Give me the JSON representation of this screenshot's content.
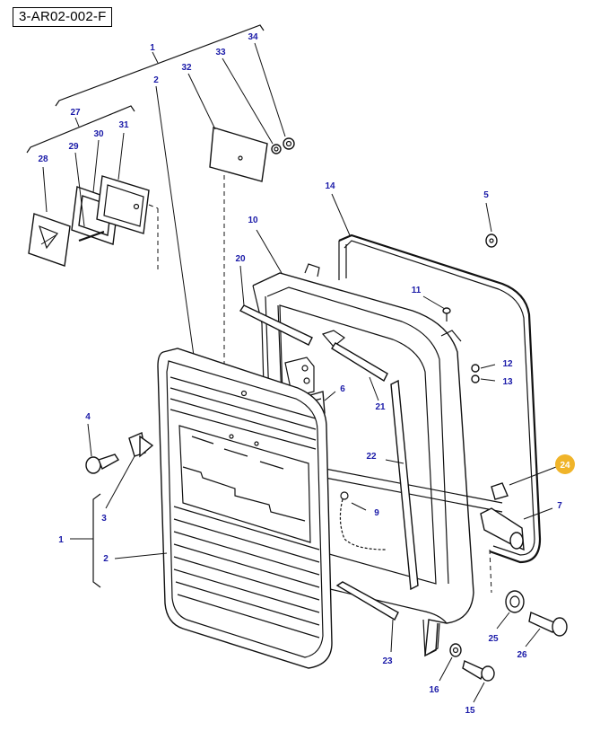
{
  "diagram": {
    "reference_code": "3-AR02-002-F",
    "callouts": [
      {
        "id": "1",
        "text": "1"
      },
      {
        "id": "2",
        "text": "2"
      },
      {
        "id": "27",
        "text": "27"
      },
      {
        "id": "28",
        "text": "28"
      },
      {
        "id": "29",
        "text": "29"
      },
      {
        "id": "30",
        "text": "30"
      },
      {
        "id": "31",
        "text": "31"
      },
      {
        "id": "32",
        "text": "32"
      },
      {
        "id": "33",
        "text": "33"
      },
      {
        "id": "34",
        "text": "34"
      },
      {
        "id": "14",
        "text": "14"
      },
      {
        "id": "5",
        "text": "5"
      },
      {
        "id": "10",
        "text": "10"
      },
      {
        "id": "20",
        "text": "20"
      },
      {
        "id": "11",
        "text": "11"
      },
      {
        "id": "12",
        "text": "12"
      },
      {
        "id": "13",
        "text": "13"
      },
      {
        "id": "6",
        "text": "6"
      },
      {
        "id": "21",
        "text": "21"
      },
      {
        "id": "4",
        "text": "4"
      },
      {
        "id": "3",
        "text": "3"
      },
      {
        "id": "22",
        "text": "22"
      },
      {
        "id": "24",
        "text": "24"
      },
      {
        "id": "7",
        "text": "7"
      },
      {
        "id": "9",
        "text": "9"
      },
      {
        "id": "1b",
        "text": "1"
      },
      {
        "id": "2b",
        "text": "2"
      },
      {
        "id": "23",
        "text": "23"
      },
      {
        "id": "25",
        "text": "25"
      },
      {
        "id": "26",
        "text": "26"
      },
      {
        "id": "16",
        "text": "16"
      },
      {
        "id": "15",
        "text": "15"
      }
    ],
    "highlighted_callout": "24",
    "highlight_color": "#f0b429",
    "label_color": "#1a1aa8"
  }
}
